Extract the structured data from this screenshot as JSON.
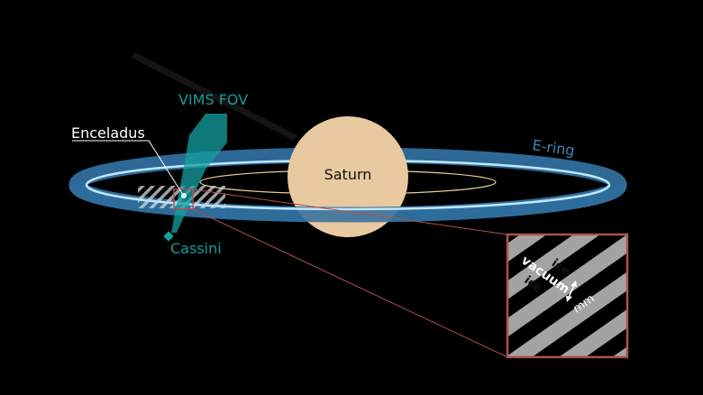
{
  "labels": {
    "vims_fov": "VIMS FOV",
    "enceladus": "Enceladus",
    "saturn": "Saturn",
    "e_ring": "E-ring",
    "cassini": "Cassini"
  },
  "inset": {
    "ice_top": "ice",
    "vacuum": "vacuum",
    "ice_bottom": "ice",
    "scale": "mm"
  },
  "colors": {
    "background": "#000000",
    "saturn": "#e9c9a0",
    "e_ring": "#2f6f9c",
    "e_ring_inner": "#bfe6ff",
    "fov": "#14a0a0",
    "label_teal": "#1a9a9a",
    "label_ering": "#3d87b8",
    "inset_border": "#b05050"
  }
}
